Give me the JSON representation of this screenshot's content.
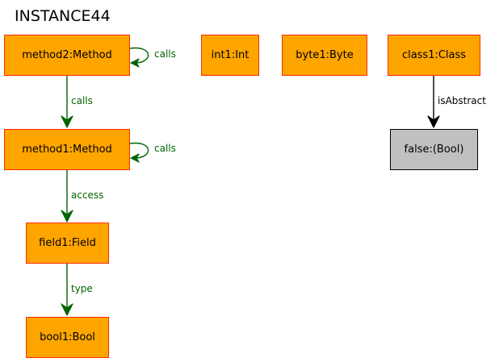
{
  "diagram": {
    "title": "INSTANCE44",
    "colors": {
      "object_fill": "#ffa500",
      "object_border": "#ff2a00",
      "value_fill": "#c0c0c0",
      "value_border": "#000000",
      "edge_default": "#006400",
      "edge_attribute": "#000000"
    },
    "nodes": {
      "method2": {
        "label": "method2:Method"
      },
      "method1": {
        "label": "method1:Method"
      },
      "field1": {
        "label": "field1:Field"
      },
      "bool1": {
        "label": "bool1:Bool"
      },
      "int1": {
        "label": "int1:Int"
      },
      "byte1": {
        "label": "byte1:Byte"
      },
      "class1": {
        "label": "class1:Class"
      },
      "false_value": {
        "label": "false:(Bool)"
      }
    },
    "edges": {
      "method2_calls_self": {
        "from": "method2",
        "to": "method2",
        "label": "calls"
      },
      "method2_calls_method1": {
        "from": "method2",
        "to": "method1",
        "label": "calls"
      },
      "method1_calls_self": {
        "from": "method1",
        "to": "method1",
        "label": "calls"
      },
      "method1_access_field1": {
        "from": "method1",
        "to": "field1",
        "label": "access"
      },
      "field1_type_bool1": {
        "from": "field1",
        "to": "bool1",
        "label": "type"
      },
      "class1_isabstract_false": {
        "from": "class1",
        "to": "false_value",
        "label": "isAbstract"
      }
    }
  }
}
